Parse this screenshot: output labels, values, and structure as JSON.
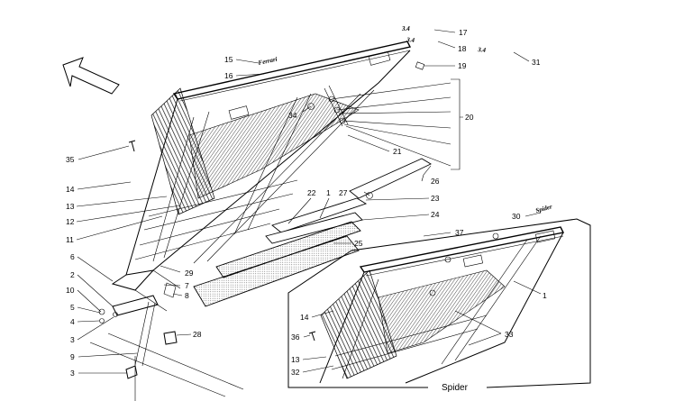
{
  "diagram": {
    "caption": "Spider",
    "logos": {
      "l15": "Ferrari",
      "l17": "3.4",
      "l18": "3.4",
      "l30": "Spider",
      "l31": "3.4"
    },
    "callouts": [
      {
        "id": "c17",
        "text": "17"
      },
      {
        "id": "c18",
        "text": "18"
      },
      {
        "id": "c15",
        "text": "15"
      },
      {
        "id": "c16",
        "text": "16"
      },
      {
        "id": "c31",
        "text": "31"
      },
      {
        "id": "c19",
        "text": "19"
      },
      {
        "id": "c34",
        "text": "34"
      },
      {
        "id": "c20",
        "text": "20"
      },
      {
        "id": "c21",
        "text": "21"
      },
      {
        "id": "c35",
        "text": "35"
      },
      {
        "id": "c26",
        "text": "26"
      },
      {
        "id": "c14",
        "text": "14"
      },
      {
        "id": "c22",
        "text": "22"
      },
      {
        "id": "c1",
        "text": "1"
      },
      {
        "id": "c27",
        "text": "27"
      },
      {
        "id": "c23",
        "text": "23"
      },
      {
        "id": "c13",
        "text": "13"
      },
      {
        "id": "c12",
        "text": "12"
      },
      {
        "id": "c24",
        "text": "24"
      },
      {
        "id": "c30",
        "text": "30"
      },
      {
        "id": "c37",
        "text": "37"
      },
      {
        "id": "c11",
        "text": "11"
      },
      {
        "id": "c25",
        "text": "25"
      },
      {
        "id": "c6",
        "text": "6"
      },
      {
        "id": "c29",
        "text": "29"
      },
      {
        "id": "c2",
        "text": "2"
      },
      {
        "id": "c7",
        "text": "7"
      },
      {
        "id": "c10",
        "text": "10"
      },
      {
        "id": "c8",
        "text": "8"
      },
      {
        "id": "c1b",
        "text": "1"
      },
      {
        "id": "c5",
        "text": "5"
      },
      {
        "id": "c4",
        "text": "4"
      },
      {
        "id": "c14b",
        "text": "14"
      },
      {
        "id": "c3",
        "text": "3"
      },
      {
        "id": "c28",
        "text": "28"
      },
      {
        "id": "c33",
        "text": "33"
      },
      {
        "id": "c36",
        "text": "36"
      },
      {
        "id": "c9",
        "text": "9"
      },
      {
        "id": "c13b",
        "text": "13"
      },
      {
        "id": "c3b",
        "text": "3"
      },
      {
        "id": "c32",
        "text": "32"
      }
    ]
  }
}
